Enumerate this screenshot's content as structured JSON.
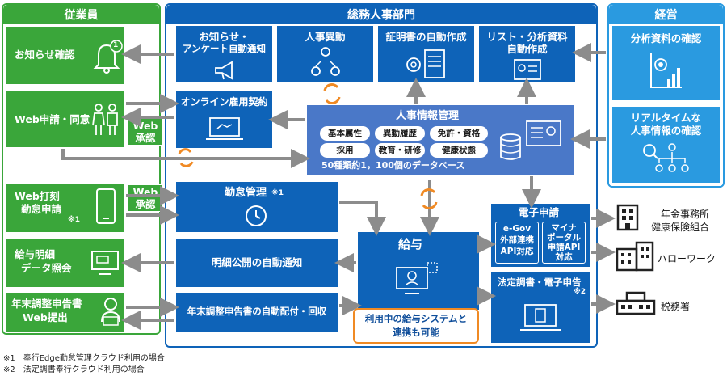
{
  "panels": {
    "employee": "従業員",
    "hr": "総務人事部門",
    "management": "経営"
  },
  "employee": {
    "notice_check": "お知らせ確認",
    "web_apply_line1": "Web申請・同意",
    "web_clock_line1": "Web打刻",
    "web_clock_line2": "勤怠申請",
    "web_clock_note": "※1",
    "payslip_line1": "給与明細",
    "payslip_line2": "データ照会",
    "yearend_line1": "年末調整申告書",
    "yearend_line2": "Web提出",
    "badge_number": "1"
  },
  "approval": {
    "web_approval_line1": "Web",
    "web_approval_line2": "承認"
  },
  "hr": {
    "notice_line1": "お知らせ・",
    "notice_line2": "アンケート自動通知",
    "transfer": "人事異動",
    "certificate": "証明書の自動作成",
    "report_line1": "リスト・分析資料",
    "report_line2": "自動作成",
    "contract": "オンライン雇用契約",
    "db_title": "人事情報管理",
    "db_tags": [
      "基本属性",
      "異動履歴",
      "免許・資格",
      "採用",
      "教育・研修",
      "健康状態"
    ],
    "db_caption": "50種類約1，100個のデータベース",
    "attendance": "勤怠管理",
    "attendance_note": "※1",
    "payslip_notify": "明細公開の自動通知",
    "yearend_dist": "年末調整申告書の自動配付・回収",
    "payroll": "給与",
    "payroll_note_line1": "利用中の給与システムと",
    "payroll_note_line2": "連携も可能",
    "e_apply": "電子申請",
    "egov_line1": "e-Gov",
    "egov_line2": "外部連携",
    "egov_line3": "API対応",
    "myna_line1": "マイナ",
    "myna_line2": "ポータル",
    "myna_line3": "申請API",
    "myna_line4": "対応",
    "legal_filing": "法定調書・電子申告",
    "legal_note": "※2"
  },
  "management": {
    "analysis": "分析資料の確認",
    "realtime_line1": "リアルタイムな",
    "realtime_line2": "人事情報の確認"
  },
  "external": {
    "pension_line1": "年金事務所",
    "pension_line2": "健康保険組合",
    "hellowork": "ハローワーク",
    "tax": "税務署"
  },
  "footnotes": {
    "note1": "※1　奉行Edge勤怠管理クラウド利用の場合",
    "note2": "※2　法定調書奉行クラウド利用の場合"
  },
  "colors": {
    "employee_green": "#3aa63a",
    "hr_blue": "#0e63b8",
    "management_lightblue": "#2a9ae0",
    "arrow_gray": "#8c8c8c",
    "sync_orange": "#f08a24"
  }
}
